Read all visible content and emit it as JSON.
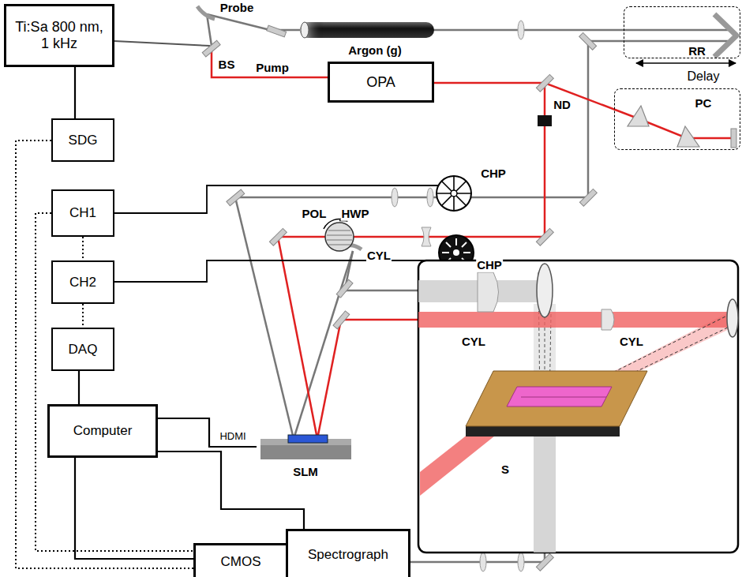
{
  "diagram": {
    "nodes": [
      {
        "text": [
          "Ti:Sa 800 nm, 1 kHz"
        ]
      },
      {
        "text": [
          "SDG"
        ]
      },
      {
        "text": [
          "CH1"
        ]
      },
      {
        "text": [
          "CH2"
        ]
      },
      {
        "text": [
          "DAQ"
        ]
      },
      {
        "text": [
          "Computer"
        ]
      },
      {
        "text": [
          "SLM"
        ]
      },
      {
        "text": [
          "CMOS"
        ]
      },
      {
        "text": [
          "Spectrograph"
        ]
      },
      {
        "text": [
          "OPA"
        ]
      },
      {
        "text": [
          "RR",
          "Delay"
        ]
      },
      {
        "text": [
          "PC"
        ]
      }
    ],
    "edges": [
      {
        "from": 0,
        "to": 1,
        "arrow": "none"
      },
      {
        "from": 2,
        "to": 3,
        "arrow": "none"
      },
      {
        "from": 3,
        "to": 4,
        "arrow": "none"
      },
      {
        "from": 4,
        "to": 5,
        "arrow": "none"
      },
      {
        "from": 5,
        "to": 6,
        "label": "HDMI",
        "arrow": "none"
      },
      {
        "from": 5,
        "to": 7,
        "arrow": "none"
      },
      {
        "from": 5,
        "to": 8,
        "arrow": "none"
      },
      {
        "from": 1,
        "to": 7,
        "arrow": "none"
      },
      {
        "from": 2,
        "to": 7,
        "arrow": "none"
      }
    ],
    "labels": [
      "Probe",
      "Argon (g)",
      "BS",
      "Pump",
      "ND",
      "CHP",
      "POL",
      "HWP",
      "CHP",
      "CYL",
      "CYL",
      "CYL",
      "S"
    ]
  }
}
